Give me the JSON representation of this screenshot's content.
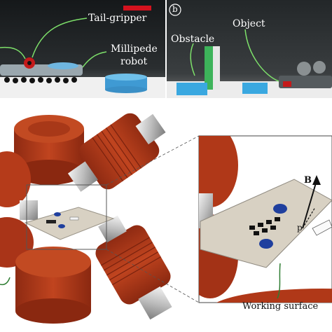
{
  "panel_a": {
    "labels": {
      "tail_gripper": "Tail-gripper",
      "millipede_robot_line1": "Millipede",
      "millipede_robot_line2": "robot"
    },
    "colors": {
      "scale_bar": "#d4121e",
      "background": "#1a1d1f",
      "floor": "#f2f2f2",
      "puck": "#4aa3d6"
    }
  },
  "panel_b": {
    "panel_letter": "b",
    "labels": {
      "obstacle": "Obstacle",
      "object": "Object"
    },
    "colors": {
      "background": "#262a2c",
      "floor": "#eeeeee",
      "block": "#3aa8e0",
      "obstacle": "#3db35a"
    }
  },
  "panel_c": {
    "labels": {
      "working_surface": "Working surface",
      "field_B": "B",
      "moment_p": "p"
    },
    "colors": {
      "magnet": "#b83a1c",
      "magnet_dark": "#8e2a12",
      "plate": "#d8d1c3",
      "blue_disk": "#1f3f9e",
      "steel": "#cfcfcf"
    }
  }
}
